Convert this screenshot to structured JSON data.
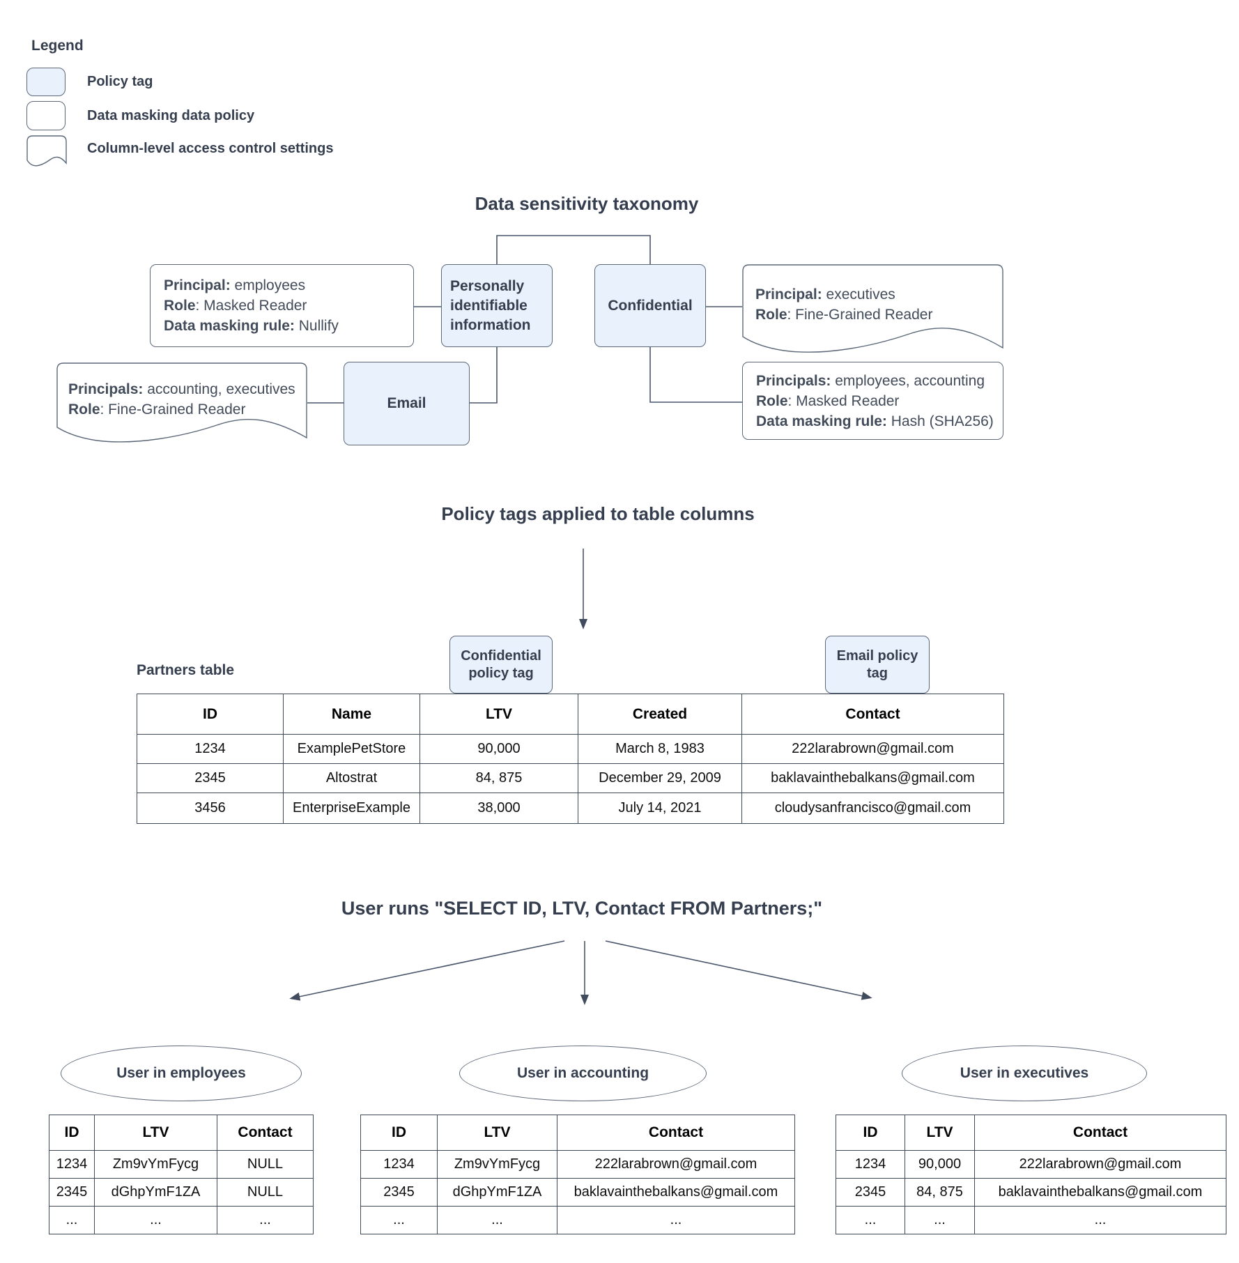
{
  "palette": {
    "policy_tag_fill": "#e9f1fd",
    "box_border": "#5c6878",
    "connector_line": "#49556a",
    "heading_text": "#353e4e",
    "table_border": "#3e4a5a"
  },
  "legend": {
    "title": "Legend",
    "items": [
      {
        "icon": "policy-tag-swatch",
        "label": "Policy tag"
      },
      {
        "icon": "data-masking-policy-swatch",
        "label": "Data masking data policy"
      },
      {
        "icon": "column-access-control-swatch",
        "label": "Column-level access control settings"
      }
    ]
  },
  "taxonomy": {
    "title": "Data sensitivity taxonomy",
    "pii": "Personally identifiable information",
    "confidential": "Confidential",
    "email": "Email",
    "policy_employees": {
      "l1b": "Principal:",
      "l1t": " employees",
      "l2b": "Role",
      "l2t": ": Masked Reader",
      "l3b": "Data masking rule:",
      "l3t": " Nullify"
    },
    "acl_executives": {
      "l1b": "Principal:",
      "l1t": " executives",
      "l2b": "Role",
      "l2t": ": Fine-Grained Reader"
    },
    "acl_accounting": {
      "l1b": "Principals:",
      "l1t": " accounting, executives",
      "l2b": "Role",
      "l2t": ": Fine-Grained Reader"
    },
    "policy_hash": {
      "l1b": "Principals:",
      "l1t": " employees, accounting",
      "l2b": "Role",
      "l2t": ": Masked Reader",
      "l3b": "Data masking rule:",
      "l3t": " Hash (SHA256)"
    }
  },
  "policy_section": {
    "title": "Policy tags applied to table columns"
  },
  "partners": {
    "label": "Partners table",
    "confidential_tag": "Confidential policy tag",
    "email_tag": "Email policy tag",
    "columns": [
      "ID",
      "Name",
      "LTV",
      "Created",
      "Contact"
    ],
    "rows": [
      [
        "1234",
        "ExamplePetStore",
        "90,000",
        "March 8, 1983",
        "222larabrown@gmail.com"
      ],
      [
        "2345",
        "Altostrat",
        "84, 875",
        "December 29, 2009",
        "baklavainthebalkans@gmail.com"
      ],
      [
        "3456",
        "EnterpriseExample",
        "38,000",
        "July 14, 2021",
        "cloudysanfrancisco@gmail.com"
      ]
    ]
  },
  "query_section": {
    "title": "User runs \"SELECT ID, LTV, Contact FROM Partners;\""
  },
  "results": [
    {
      "user": "User in employees",
      "columns": [
        "ID",
        "LTV",
        "Contact"
      ],
      "rows": [
        [
          "1234",
          "Zm9vYmFycg",
          "NULL"
        ],
        [
          "2345",
          "dGhpYmF1ZA",
          "NULL"
        ],
        [
          "...",
          "...",
          "..."
        ]
      ]
    },
    {
      "user": "User in accounting",
      "columns": [
        "ID",
        "LTV",
        "Contact"
      ],
      "rows": [
        [
          "1234",
          "Zm9vYmFycg",
          "222larabrown@gmail.com"
        ],
        [
          "2345",
          "dGhpYmF1ZA",
          "baklavainthebalkans@gmail.com"
        ],
        [
          "...",
          "...",
          "..."
        ]
      ]
    },
    {
      "user": "User in executives",
      "columns": [
        "ID",
        "LTV",
        "Contact"
      ],
      "rows": [
        [
          "1234",
          "90,000",
          "222larabrown@gmail.com"
        ],
        [
          "2345",
          "84, 875",
          "baklavainthebalkans@gmail.com"
        ],
        [
          "...",
          "...",
          "..."
        ]
      ]
    }
  ]
}
